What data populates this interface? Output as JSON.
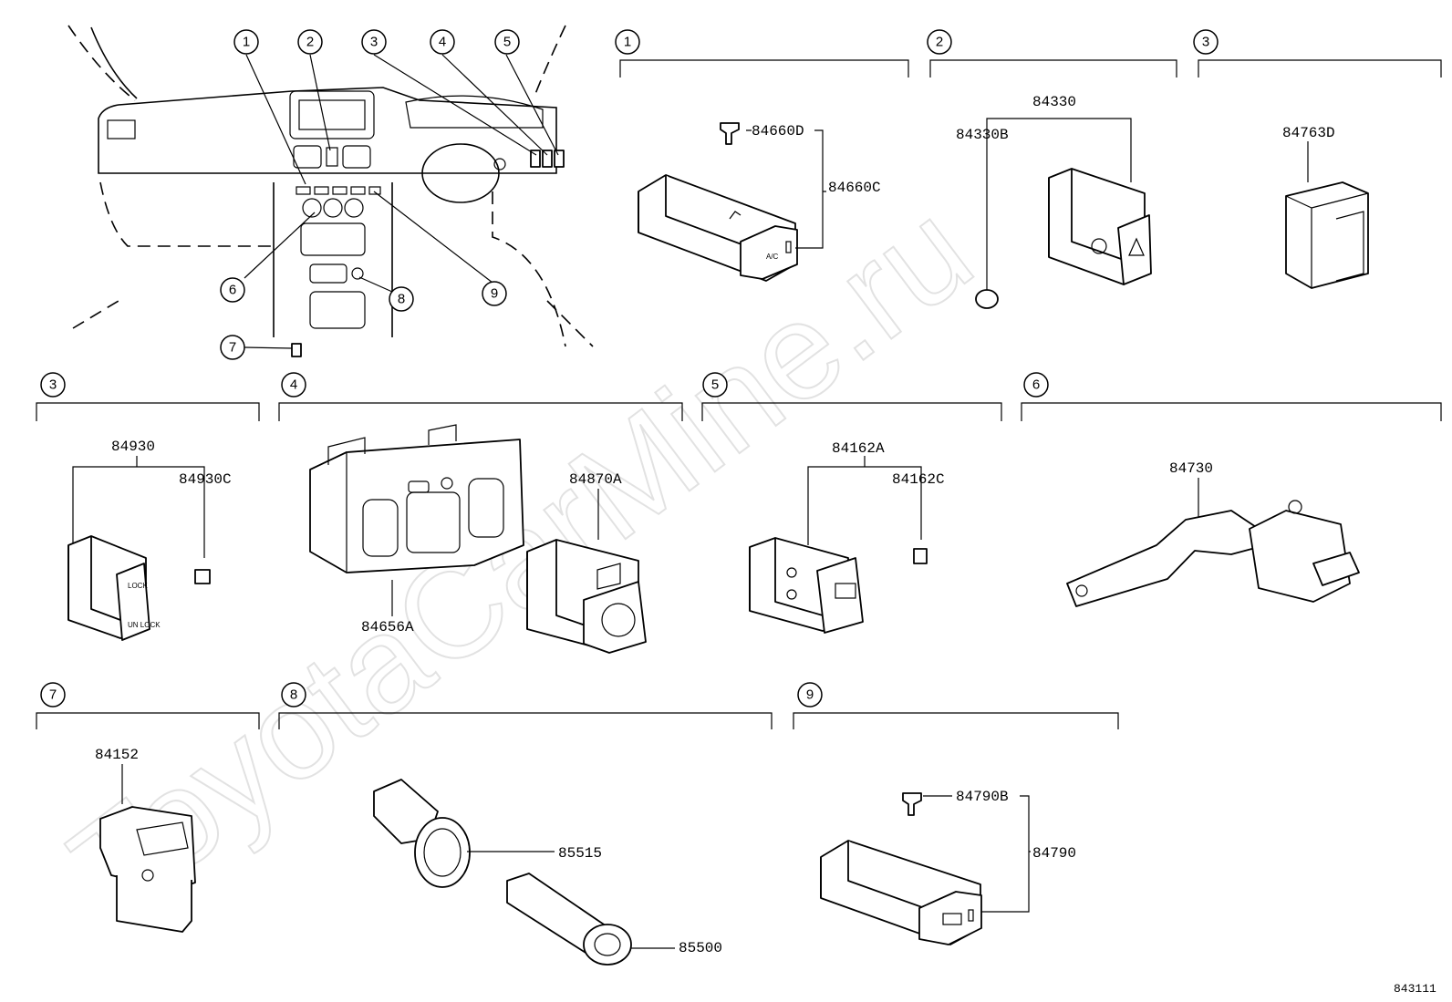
{
  "watermark": "ToyotaCarMine.ru",
  "drawing_number": "843111",
  "index_markers": [
    "1",
    "2",
    "3",
    "4",
    "5",
    "6",
    "7",
    "8",
    "9"
  ],
  "section_markers": [
    "1",
    "2",
    "3",
    "3",
    "4",
    "5",
    "6",
    "7",
    "8",
    "9"
  ],
  "parts": {
    "p84660D": "84660D",
    "p84660C": "84660C",
    "p84330": "84330",
    "p84330B": "84330B",
    "p84763D": "84763D",
    "p84930": "84930",
    "p84930C": "84930C",
    "p84656A": "84656A",
    "p84870A": "84870A",
    "p84162A": "84162A",
    "p84162C": "84162C",
    "p84730": "84730",
    "p84152": "84152",
    "p85515": "85515",
    "p85500": "85500",
    "p84790B": "84790B",
    "p84790": "84790"
  },
  "switch_labels": {
    "ac": "A/C",
    "lock": "LOCK",
    "unlock": "UN LOCK"
  }
}
